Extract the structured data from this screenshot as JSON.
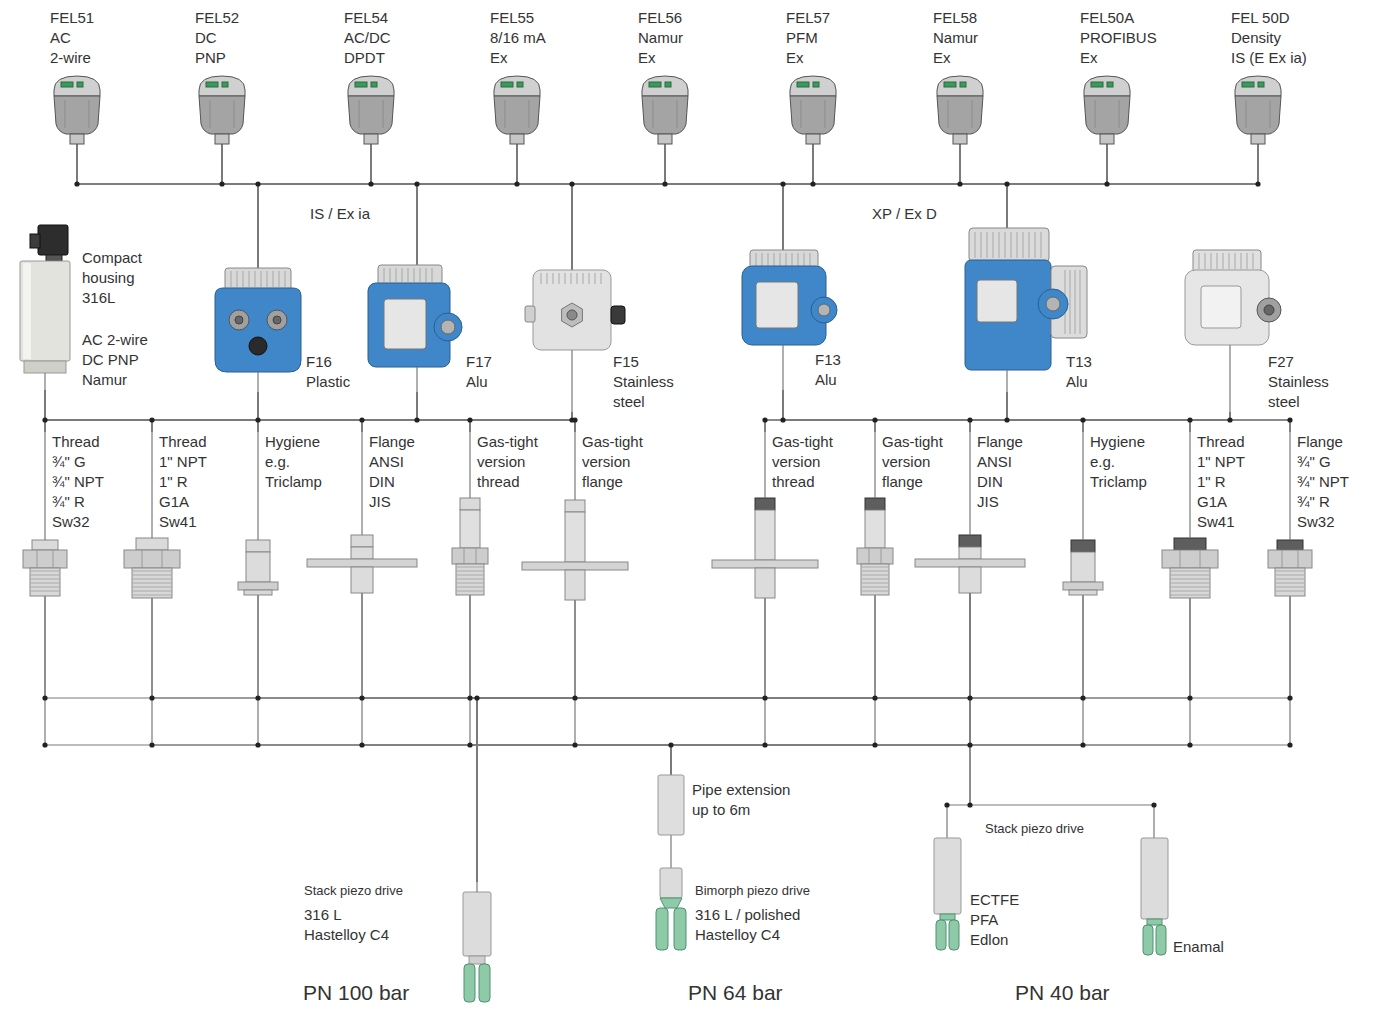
{
  "diagram": {
    "nodes": [
      {
        "text": [
          "FEL51 AC 2-wire"
        ]
      },
      {
        "text": [
          "FEL52 DC PNP"
        ]
      },
      {
        "text": [
          "FEL54 AC/DC DPDT"
        ]
      },
      {
        "text": [
          "FEL55 8/16 mA Ex"
        ]
      },
      {
        "text": [
          "FEL56 Namur Ex"
        ]
      },
      {
        "text": [
          "FEL57 PFM Ex"
        ]
      },
      {
        "text": [
          "FEL58 Namur Ex"
        ]
      },
      {
        "text": [
          "FEL50A PROFIBUS Ex"
        ]
      },
      {
        "text": [
          "FEL 50D Density IS (E Ex ia)"
        ]
      },
      {
        "text": [
          "Compact housing 316L",
          "AC 2-wire DC PNP Namur"
        ]
      },
      {
        "text": [
          "F16 Plastic"
        ]
      },
      {
        "text": [
          "F17 Alu"
        ]
      },
      {
        "text": [
          "F15 Stainless steel"
        ]
      },
      {
        "text": [
          "F13 Alu"
        ]
      },
      {
        "text": [
          "T13 Alu"
        ]
      },
      {
        "text": [
          "F27 Stainless steel"
        ]
      },
      {
        "text": [
          "Thread ¾\" G ¾\" NPT ¾\" R Sw32"
        ]
      },
      {
        "text": [
          "Thread 1\" NPT 1\" R G1A Sw41"
        ]
      },
      {
        "text": [
          "Hygiene e.g. Triclamp"
        ]
      },
      {
        "text": [
          "Flange ANSI DIN JIS"
        ]
      },
      {
        "text": [
          "Gas-tight version thread"
        ]
      },
      {
        "text": [
          "Gas-tight version flange"
        ]
      },
      {
        "text": [
          "Gas-tight version thread"
        ]
      },
      {
        "text": [
          "Gas-tight version flange"
        ]
      },
      {
        "text": [
          "Flange ANSI DIN JIS"
        ]
      },
      {
        "text": [
          "Hygiene e.g. Triclamp"
        ]
      },
      {
        "text": [
          "Thread 1\" NPT 1\" R G1A Sw41"
        ]
      },
      {
        "text": [
          "Flange ¾\" G ¾\" NPT ¾\" R Sw32"
        ]
      },
      {
        "text": [
          "Pipe extension up to 6m"
        ]
      },
      {
        "text": [
          "Stack piezo drive",
          "316 L Hastelloy C4"
        ]
      },
      {
        "text": [
          "Bimorph piezo drive",
          "316 L / polished Hastelloy C4"
        ]
      },
      {
        "text": [
          "ECTFE PFA Edlon"
        ]
      },
      {
        "text": [
          "Enamal"
        ]
      }
    ],
    "edges": [
      {
        "from": 0,
        "to": 10,
        "arrow": "none"
      },
      {
        "from": 0,
        "to": 11,
        "arrow": "none"
      },
      {
        "from": 0,
        "to": 12,
        "arrow": "none"
      },
      {
        "from": 0,
        "to": 13,
        "arrow": "none"
      },
      {
        "from": 0,
        "to": 14,
        "arrow": "none"
      },
      {
        "from": 1,
        "to": 10,
        "arrow": "none"
      },
      {
        "from": 1,
        "to": 11,
        "arrow": "none"
      },
      {
        "from": 1,
        "to": 12,
        "arrow": "none"
      },
      {
        "from": 1,
        "to": 13,
        "arrow": "none"
      },
      {
        "from": 1,
        "to": 14,
        "arrow": "none"
      },
      {
        "from": 2,
        "to": 10,
        "arrow": "none"
      },
      {
        "from": 2,
        "to": 11,
        "arrow": "none"
      },
      {
        "from": 2,
        "to": 12,
        "arrow": "none"
      },
      {
        "from": 2,
        "to": 13,
        "arrow": "none"
      },
      {
        "from": 2,
        "to": 14,
        "arrow": "none"
      },
      {
        "from": 3,
        "to": 10,
        "arrow": "none"
      },
      {
        "from": 3,
        "to": 11,
        "arrow": "none"
      },
      {
        "from": 3,
        "to": 12,
        "arrow": "none"
      },
      {
        "from": 3,
        "to": 13,
        "arrow": "none"
      },
      {
        "from": 3,
        "to": 14,
        "arrow": "none"
      },
      {
        "from": 4,
        "to": 10,
        "arrow": "none"
      },
      {
        "from": 4,
        "to": 11,
        "arrow": "none"
      },
      {
        "from": 4,
        "to": 12,
        "arrow": "none"
      },
      {
        "from": 4,
        "to": 13,
        "arrow": "none"
      },
      {
        "from": 4,
        "to": 14,
        "arrow": "none"
      },
      {
        "from": 5,
        "to": 10,
        "arrow": "none"
      },
      {
        "from": 5,
        "to": 11,
        "arrow": "none"
      },
      {
        "from": 5,
        "to": 12,
        "arrow": "none"
      },
      {
        "from": 5,
        "to": 13,
        "arrow": "none"
      },
      {
        "from": 5,
        "to": 14,
        "arrow": "none"
      },
      {
        "from": 6,
        "to": 10,
        "arrow": "none"
      },
      {
        "from": 6,
        "to": 11,
        "arrow": "none"
      },
      {
        "from": 6,
        "to": 12,
        "arrow": "none"
      },
      {
        "from": 6,
        "to": 13,
        "arrow": "none"
      },
      {
        "from": 6,
        "to": 14,
        "arrow": "none"
      },
      {
        "from": 7,
        "to": 10,
        "arrow": "none"
      },
      {
        "from": 7,
        "to": 11,
        "arrow": "none"
      },
      {
        "from": 7,
        "to": 12,
        "arrow": "none"
      },
      {
        "from": 7,
        "to": 13,
        "arrow": "none"
      },
      {
        "from": 7,
        "to": 14,
        "arrow": "none"
      },
      {
        "from": 8,
        "to": 10,
        "arrow": "none"
      },
      {
        "from": 8,
        "to": 11,
        "arrow": "none"
      },
      {
        "from": 8,
        "to": 12,
        "arrow": "none"
      },
      {
        "from": 8,
        "to": 13,
        "arrow": "none"
      },
      {
        "from": 8,
        "to": 14,
        "arrow": "none"
      },
      {
        "from": 9,
        "to": 16,
        "arrow": "none"
      },
      {
        "from": 9,
        "to": 17,
        "arrow": "none"
      },
      {
        "from": 9,
        "to": 18,
        "arrow": "none"
      },
      {
        "from": 9,
        "to": 19,
        "arrow": "none"
      },
      {
        "from": 9,
        "to": 20,
        "arrow": "none"
      },
      {
        "from": 9,
        "to": 21,
        "arrow": "none"
      },
      {
        "from": 10,
        "to": 16,
        "arrow": "none"
      },
      {
        "from": 10,
        "to": 17,
        "arrow": "none"
      },
      {
        "from": 10,
        "to": 18,
        "arrow": "none"
      },
      {
        "from": 10,
        "to": 19,
        "arrow": "none"
      },
      {
        "from": 10,
        "to": 20,
        "arrow": "none"
      },
      {
        "from": 10,
        "to": 21,
        "arrow": "none"
      },
      {
        "from": 11,
        "to": 16,
        "arrow": "none"
      },
      {
        "from": 11,
        "to": 17,
        "arrow": "none"
      },
      {
        "from": 11,
        "to": 18,
        "arrow": "none"
      },
      {
        "from": 11,
        "to": 19,
        "arrow": "none"
      },
      {
        "from": 11,
        "to": 20,
        "arrow": "none"
      },
      {
        "from": 11,
        "to": 21,
        "arrow": "none"
      },
      {
        "from": 12,
        "to": 16,
        "arrow": "none"
      },
      {
        "from": 12,
        "to": 17,
        "arrow": "none"
      },
      {
        "from": 12,
        "to": 18,
        "arrow": "none"
      },
      {
        "from": 12,
        "to": 19,
        "arrow": "none"
      },
      {
        "from": 12,
        "to": 20,
        "arrow": "none"
      },
      {
        "from": 12,
        "to": 21,
        "arrow": "none"
      },
      {
        "from": 13,
        "to": 22,
        "arrow": "none"
      },
      {
        "from": 13,
        "to": 23,
        "arrow": "none"
      },
      {
        "from": 13,
        "to": 24,
        "arrow": "none"
      },
      {
        "from": 13,
        "to": 25,
        "arrow": "none"
      },
      {
        "from": 13,
        "to": 26,
        "arrow": "none"
      },
      {
        "from": 13,
        "to": 27,
        "arrow": "none"
      },
      {
        "from": 14,
        "to": 22,
        "arrow": "none"
      },
      {
        "from": 14,
        "to": 23,
        "arrow": "none"
      },
      {
        "from": 14,
        "to": 24,
        "arrow": "none"
      },
      {
        "from": 14,
        "to": 25,
        "arrow": "none"
      },
      {
        "from": 14,
        "to": 26,
        "arrow": "none"
      },
      {
        "from": 14,
        "to": 27,
        "arrow": "none"
      },
      {
        "from": 15,
        "to": 22,
        "arrow": "none"
      },
      {
        "from": 15,
        "to": 23,
        "arrow": "none"
      },
      {
        "from": 15,
        "to": 24,
        "arrow": "none"
      },
      {
        "from": 15,
        "to": 25,
        "arrow": "none"
      },
      {
        "from": 15,
        "to": 26,
        "arrow": "none"
      },
      {
        "from": 15,
        "to": 27,
        "arrow": "none"
      },
      {
        "from": 16,
        "to": 29,
        "arrow": "none"
      },
      {
        "from": 17,
        "to": 29,
        "arrow": "none"
      },
      {
        "from": 18,
        "to": 29,
        "arrow": "none"
      },
      {
        "from": 19,
        "to": 29,
        "arrow": "none"
      },
      {
        "from": 20,
        "to": 29,
        "arrow": "none"
      },
      {
        "from": 21,
        "to": 29,
        "arrow": "none"
      },
      {
        "from": 22,
        "to": 29,
        "arrow": "none"
      },
      {
        "from": 23,
        "to": 29,
        "arrow": "none"
      },
      {
        "from": 24,
        "to": 29,
        "arrow": "none"
      },
      {
        "from": 25,
        "to": 29,
        "arrow": "none"
      },
      {
        "from": 26,
        "to": 29,
        "arrow": "none"
      },
      {
        "from": 27,
        "to": 29,
        "arrow": "none"
      },
      {
        "from": 16,
        "to": 28,
        "arrow": "none"
      },
      {
        "from": 17,
        "to": 28,
        "arrow": "none"
      },
      {
        "from": 18,
        "to": 28,
        "arrow": "none"
      },
      {
        "from": 19,
        "to": 28,
        "arrow": "none"
      },
      {
        "from": 20,
        "to": 28,
        "arrow": "none"
      },
      {
        "from": 21,
        "to": 28,
        "arrow": "none"
      },
      {
        "from": 22,
        "to": 28,
        "arrow": "none"
      },
      {
        "from": 23,
        "to": 28,
        "arrow": "none"
      },
      {
        "from": 24,
        "to": 28,
        "arrow": "none"
      },
      {
        "from": 25,
        "to": 28,
        "arrow": "none"
      },
      {
        "from": 26,
        "to": 28,
        "arrow": "none"
      },
      {
        "from": 27,
        "to": 28,
        "arrow": "none"
      },
      {
        "from": 28,
        "to": 30,
        "arrow": "none"
      },
      {
        "from": 24,
        "to": 31,
        "arrow": "none"
      },
      {
        "from": 24,
        "to": 32,
        "arrow": "none"
      }
    ],
    "labels": [
      "IS / Ex ia",
      "XP / Ex D",
      "Stack piezo drive",
      "PN 100 bar",
      "PN 64 bar",
      "PN 40 bar"
    ]
  }
}
